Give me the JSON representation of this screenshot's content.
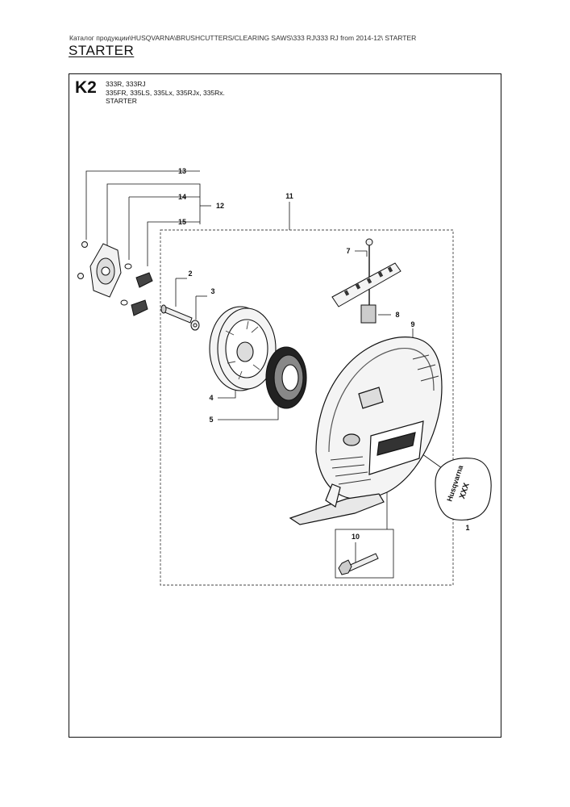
{
  "header": {
    "breadcrumb": "Каталог продукции\\HUSQVARNA\\BRUSHCUTTERS/CLEARING SAWS\\333 RJ\\333 RJ from 2014-12\\ STARTER",
    "title": "STARTER"
  },
  "section": {
    "code": "K2",
    "models_line1": "333R, 333RJ",
    "models_line2": "335FR, 335LS, 335Lx, 335RJx, 335Rx.",
    "name": "STARTER"
  },
  "callouts": {
    "p1": "1",
    "p2": "2",
    "p3": "3",
    "p4": "4",
    "p5": "5",
    "p6": "7",
    "p7": "8",
    "p8": "9",
    "p9": "10",
    "p10": "11",
    "p11": "12",
    "p12": "13",
    "p13": "14",
    "p14": "15"
  },
  "decal": {
    "brand": "Husqvarna",
    "model": "XXX"
  },
  "colors": {
    "line": "#111111",
    "part_fill": "#f2f2f2",
    "shade": "#555555"
  }
}
